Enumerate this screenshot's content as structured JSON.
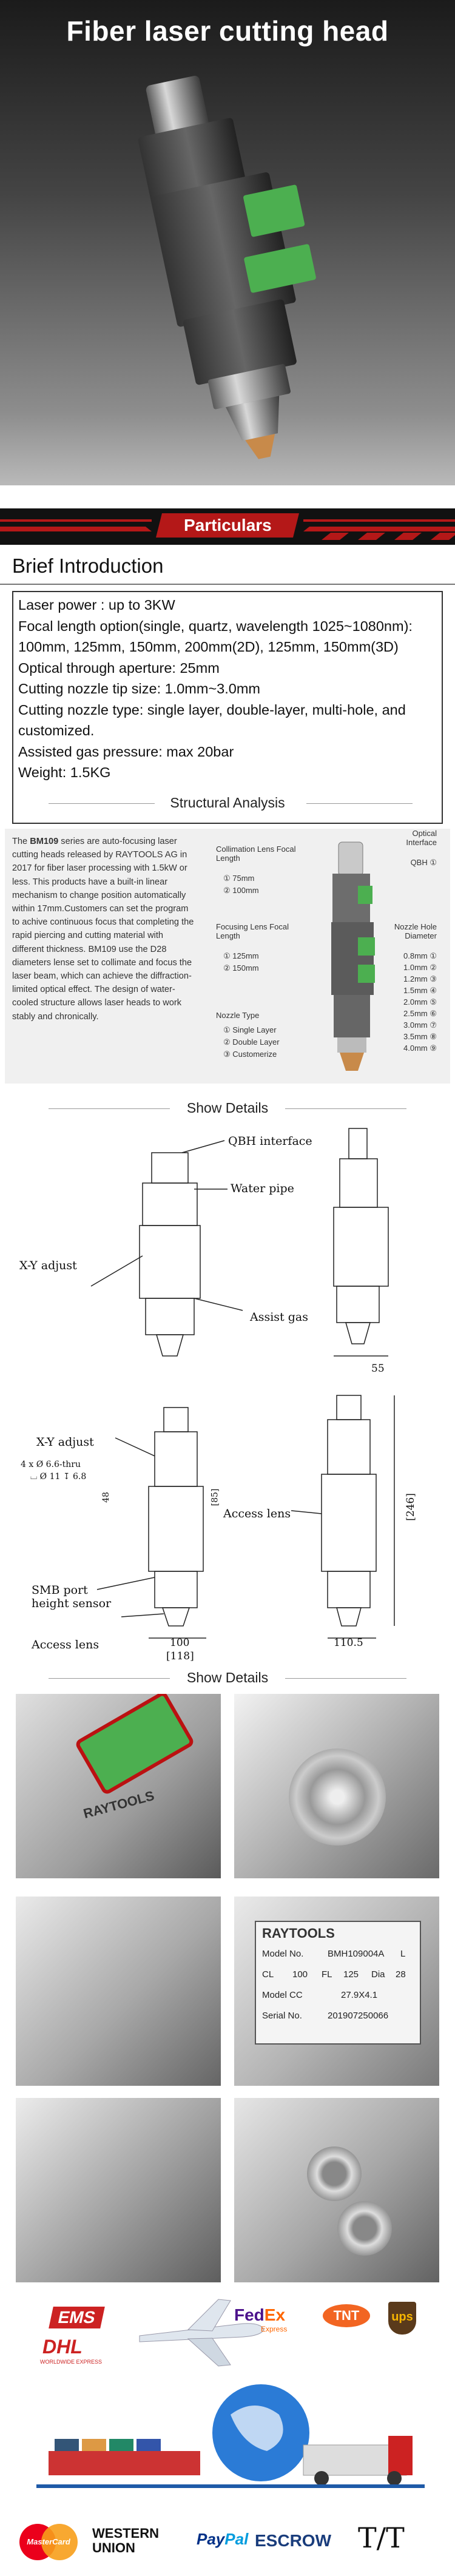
{
  "hero": {
    "title": "Fiber laser cutting head"
  },
  "particulars": {
    "label": "Particulars"
  },
  "brief": {
    "title": "Brief Introduction",
    "lines": [
      "Laser power : up to 3KW",
      "Focal length option(single, quartz, wavelength 1025~1080nm):",
      "100mm, 125mm, 150mm, 200mm(2D), 125mm, 150mm(3D)",
      "Optical through aperture: 25mm",
      "Cutting nozzle tip size: 1.0mm~3.0mm",
      "Cutting nozzle type: single layer, double-layer, multi-hole, and",
      "customized.",
      "Assisted gas pressure: max 20bar",
      "Weight: 1.5KG"
    ]
  },
  "structural": {
    "heading": "Structural Analysis",
    "text_bold": "BM109",
    "text_pre": "The ",
    "text_post": " series are auto-focusing laser cutting heads released by RAYTOOLS AG in 2017 for fiber laser processing with 1.5kW or less. This products have a built-in linear mechanism to change position automatically within 17mm.Customers can set the program to achive continuous focus that completing the rapid piercing and cutting material with different thickness. BM109 use the D28 diameters lense set to collimate and focus the laser beam, which can achieve the diffraction-limited optical effect. The design of water-cooled structure allows laser heads to work stably and chronically.",
    "collimation": {
      "title": "Collimation Lens Focal Length",
      "items": [
        "① 75mm",
        "② 100mm"
      ]
    },
    "focusing": {
      "title": "Focusing Lens Focal Length",
      "items": [
        "① 125mm",
        "② 150mm"
      ]
    },
    "nozzle_type": {
      "title": "Nozzle Type",
      "items": [
        "① Single Layer",
        "② Double Layer",
        "③ Customerize"
      ]
    },
    "optical_interface": {
      "title": "Optical Interface",
      "value": "QBH ①"
    },
    "nozzle_hole": {
      "title": "Nozzle Hole Diameter",
      "items": [
        "0.8mm ①",
        "1.0mm ②",
        "1.2mm ③",
        "1.5mm ④",
        "2.0mm ⑤",
        "2.5mm ⑥",
        "3.0mm ⑦",
        "3.5mm ⑧",
        "4.0mm ⑨"
      ]
    }
  },
  "show_details_1": {
    "heading": "Show Details",
    "labels": {
      "qbh": "QBH interface",
      "water": "Water pipe",
      "xy": "X-Y adjust",
      "gas": "Assist gas",
      "dim55": "55",
      "xy2": "X-Y adjust",
      "holes": "4 x Ø 6.6-thru",
      "holes2": "⌴ Ø 11 ↧ 6.8",
      "access1": "Access lens",
      "smb": "SMB port",
      "height": "height sensor",
      "access2": "Access lens",
      "dim100": "100",
      "dim118": "[118]",
      "dim110": "110.5",
      "dim246": "[246]",
      "dim48": "48",
      "dim85": "[85]"
    }
  },
  "show_details_2": {
    "heading": "Show Details",
    "plate": {
      "brand": "RAYTOOLS",
      "model_no_label": "Model No.",
      "model_no": "BMH109004A",
      "cl_label": "CL",
      "cl": "100",
      "fl_label": "FL",
      "fl": "125",
      "dia_label": "Dia",
      "dia": "28",
      "model_cc_label": "Model CC",
      "model_cc": "27.9X4.1",
      "serial_label": "Serial No.",
      "serial": "201907250066",
      "l_label": "L"
    },
    "raytools_mark": "RAYTOOLS"
  },
  "shipping": {
    "ems": "EMS",
    "dhl": "DHL",
    "dhl_sub": "WORLDWIDE EXPRESS",
    "fedex_fed": "Fed",
    "fedex_ex": "Ex",
    "fedex_sub": "Express",
    "tnt": "TNT",
    "ups": "ups"
  },
  "payment": {
    "mastercard": "MasterCard",
    "western": "WESTERN",
    "union": "UNION",
    "paypal_pay": "Pay",
    "paypal_pal": "Pal",
    "escrow": "ESCROW",
    "tt": "T/T"
  },
  "colors": {
    "accent_red": "#b41818",
    "bar_black": "#111111",
    "green": "#4caf50"
  }
}
